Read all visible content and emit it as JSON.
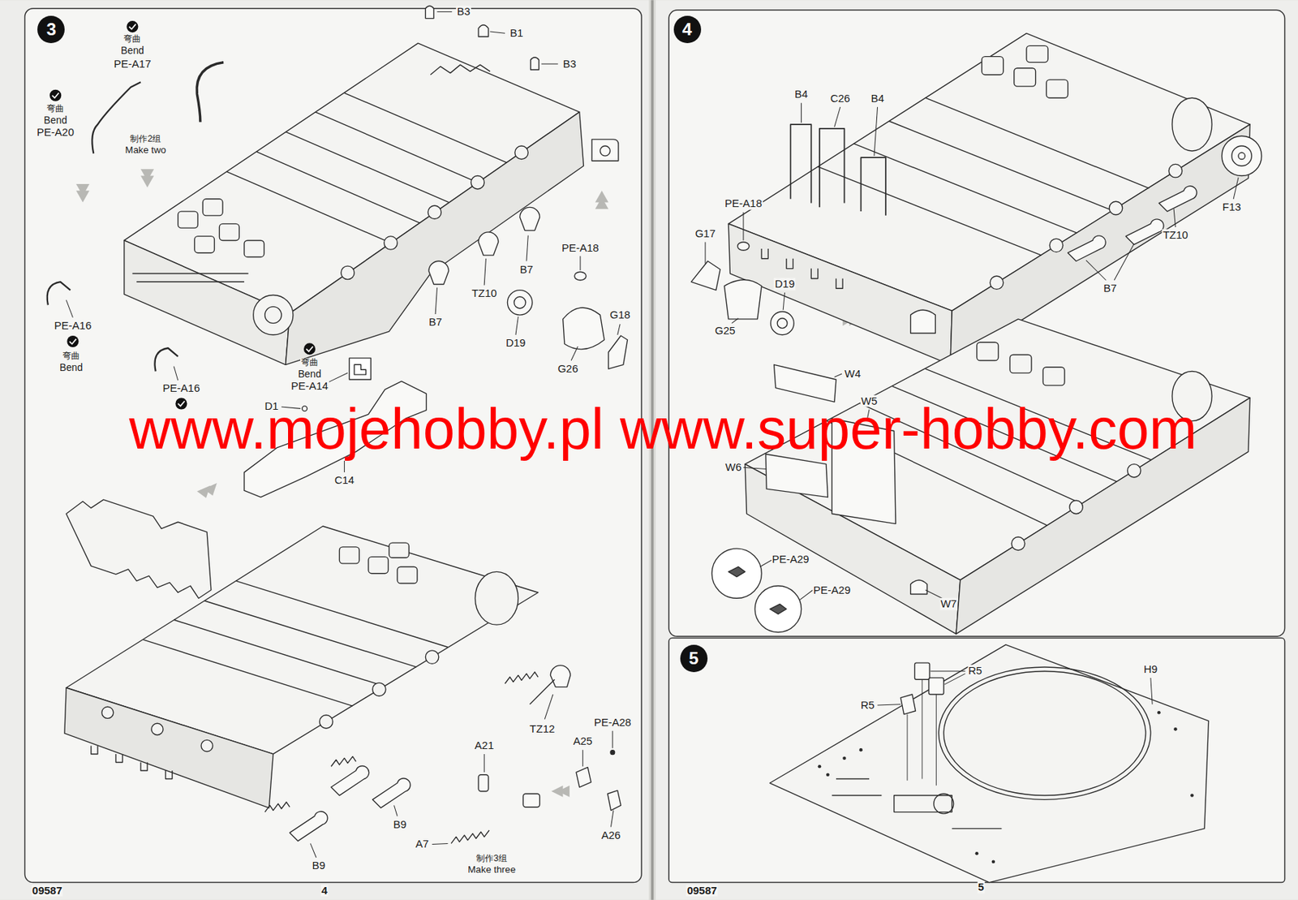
{
  "diagram": {
    "nodes": [
      {
        "text": [
          "3"
        ]
      },
      {
        "text": [
          "4"
        ]
      },
      {
        "text": [
          "5"
        ]
      }
    ],
    "labels": [
      "B3",
      "B1",
      "B3",
      "弯曲",
      "Bend",
      "PE-A17",
      "弯曲",
      "Bend",
      "PE-A20",
      "制作2组",
      "Make two",
      "PE-A18",
      "B7",
      "TZ10",
      "G18",
      "B7",
      "PE-A16",
      "D19",
      "弯曲",
      "Bend",
      "G26",
      "弯曲",
      "Bend",
      "PE-A14",
      "PE-A16",
      "D1",
      "C14",
      "PE-A28",
      "TZ12",
      "A25",
      "A21",
      "B9",
      "A26",
      "A7",
      "制作3组",
      "Make three",
      "B9",
      "09587",
      "4",
      "B4",
      "C26",
      "B4",
      "PE-A18",
      "F13",
      "G17",
      "TZ10",
      "D19",
      "B7",
      "G25",
      "W4",
      "W5",
      "W6",
      "PE-A29",
      "PE-A29",
      "W7",
      "R5",
      "H9",
      "R5",
      "5",
      "09587",
      "www.mojehobby.pl www.super-hobby.com"
    ]
  }
}
